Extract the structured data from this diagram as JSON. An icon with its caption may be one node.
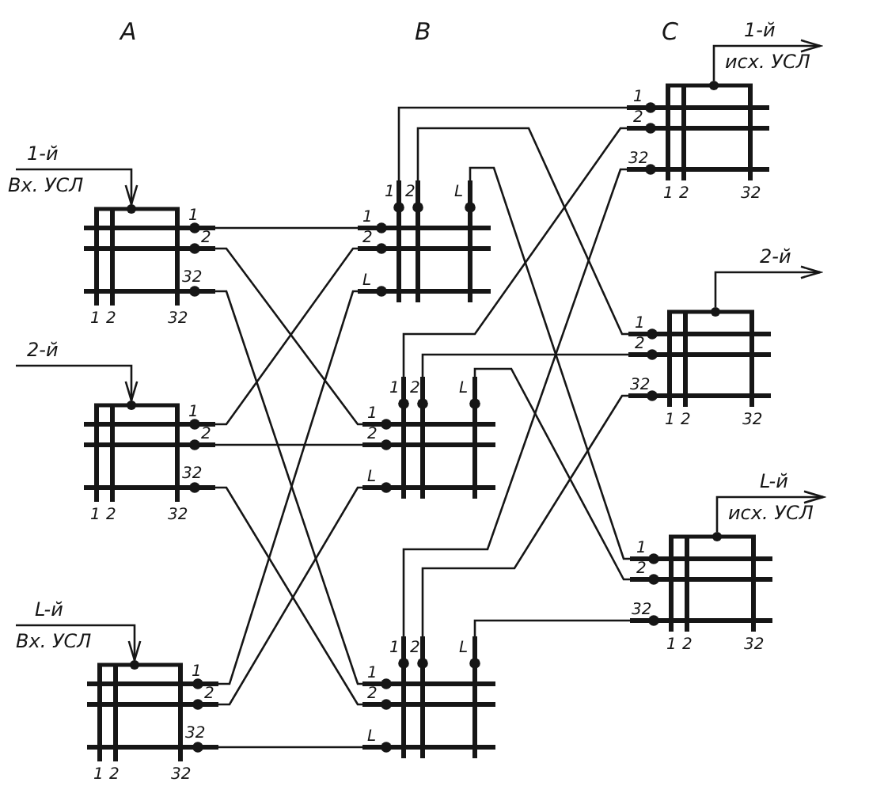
{
  "diagram": {
    "nodes": [
      {
        "text": [
          "1-й",
          "Вх. УСЛ"
        ]
      },
      {
        "text": [
          "2-й"
        ]
      },
      {
        "text": [
          "L-й",
          "Вх. УСЛ"
        ]
      },
      {
        "text": [
          "1",
          "2",
          "32",
          "1",
          "2",
          "32"
        ]
      },
      {
        "text": [
          "1",
          "2",
          "32",
          "1",
          "2",
          "32"
        ]
      },
      {
        "text": [
          "1",
          "2",
          "32",
          "1",
          "2",
          "32"
        ]
      },
      {
        "text": [
          "1",
          "2",
          "L",
          "1",
          "2",
          "L"
        ]
      },
      {
        "text": [
          "1",
          "2",
          "L",
          "1",
          "2",
          "L"
        ]
      },
      {
        "text": [
          "1",
          "2",
          "L",
          "1",
          "2",
          "L"
        ]
      },
      {
        "text": [
          "1",
          "2",
          "32",
          "1",
          "2",
          "32"
        ]
      },
      {
        "text": [
          "1",
          "2",
          "32",
          "1",
          "2",
          "32"
        ]
      },
      {
        "text": [
          "1",
          "2",
          "32",
          "1",
          "2",
          "32"
        ]
      },
      {
        "text": [
          "1-й",
          "исх. УСЛ"
        ]
      },
      {
        "text": [
          "2-й"
        ]
      },
      {
        "text": [
          "L-й",
          "исх. УСЛ"
        ]
      }
    ],
    "edges": [
      {
        "from": 0,
        "to": 3,
        "arrow": "to"
      },
      {
        "from": 1,
        "to": 4,
        "arrow": "to"
      },
      {
        "from": 2,
        "to": 5,
        "arrow": "to"
      },
      {
        "from": 3,
        "to": 6,
        "arrow": "none"
      },
      {
        "from": 3,
        "to": 7,
        "arrow": "none"
      },
      {
        "from": 3,
        "to": 8,
        "arrow": "none"
      },
      {
        "from": 4,
        "to": 6,
        "arrow": "none"
      },
      {
        "from": 4,
        "to": 7,
        "arrow": "none"
      },
      {
        "from": 4,
        "to": 8,
        "arrow": "none"
      },
      {
        "from": 5,
        "to": 6,
        "arrow": "none"
      },
      {
        "from": 5,
        "to": 7,
        "arrow": "none"
      },
      {
        "from": 5,
        "to": 8,
        "arrow": "none"
      },
      {
        "from": 6,
        "to": 9,
        "arrow": "none"
      },
      {
        "from": 6,
        "to": 10,
        "arrow": "none"
      },
      {
        "from": 6,
        "to": 11,
        "arrow": "none"
      },
      {
        "from": 7,
        "to": 9,
        "arrow": "none"
      },
      {
        "from": 7,
        "to": 10,
        "arrow": "none"
      },
      {
        "from": 7,
        "to": 11,
        "arrow": "none"
      },
      {
        "from": 8,
        "to": 9,
        "arrow": "none"
      },
      {
        "from": 8,
        "to": 10,
        "arrow": "none"
      },
      {
        "from": 8,
        "to": 11,
        "arrow": "none"
      },
      {
        "from": 9,
        "to": 12,
        "arrow": "to"
      },
      {
        "from": 10,
        "to": 13,
        "arrow": "to"
      },
      {
        "from": 11,
        "to": 14,
        "arrow": "to"
      }
    ],
    "labels": [
      "A",
      "B",
      "C"
    ]
  }
}
